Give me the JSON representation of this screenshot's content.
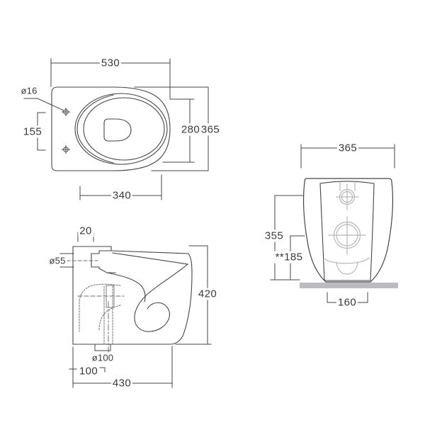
{
  "colors": {
    "line": "#454545",
    "light_detail": "#b4b6b8",
    "hidden_line": "#6f6f6f",
    "floor": "#babcbe",
    "background": "#ffffff",
    "text": "#3a3a3a"
  },
  "top_view": {
    "overall_width": "530",
    "hole_diameter": "ø16",
    "hole_spacing": "155",
    "seat_depth": "280",
    "overall_depth": "365",
    "seat_width": "340"
  },
  "side_view": {
    "rear_offset": "20",
    "inlet_diameter": "ø55",
    "overall_height": "420",
    "outlet_diameter": "ø100",
    "outlet_offset": "100",
    "overall_length": "430"
  },
  "rear_view": {
    "overall_width": "365",
    "overall_height": "355",
    "inlet_height": "**185",
    "base_width": "160"
  }
}
